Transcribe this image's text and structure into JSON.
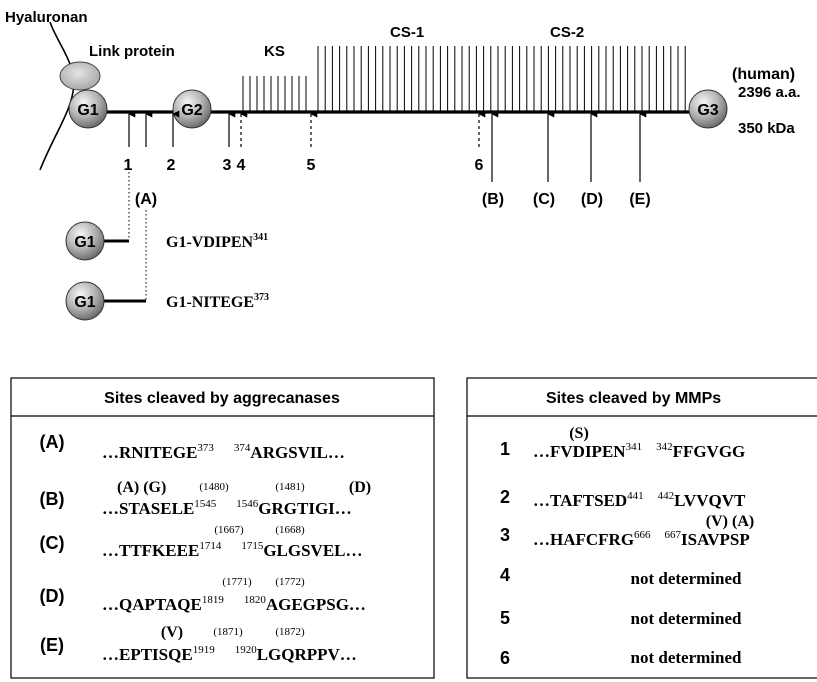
{
  "diagram": {
    "hyaluronan_label": "Hyaluronan",
    "link_protein_label": "Link protein",
    "ks_label": "KS",
    "cs1_label": "CS-1",
    "cs2_label": "CS-2",
    "species_label": "(human)",
    "length_label": "2396 a.a.",
    "mass_label": "350 kDa",
    "domains": {
      "g1": "G1",
      "g2": "G2",
      "g3": "G3"
    },
    "mmp_site_numbers": [
      "1",
      "2",
      "3",
      "4",
      "5",
      "6"
    ],
    "aggrecanase_site_letters": [
      "(A)",
      "(B)",
      "(C)",
      "(D)",
      "(E)"
    ],
    "fragments": [
      {
        "domain": "G1",
        "name": "G1-VDIPEN",
        "sup": "341"
      },
      {
        "domain": "G1",
        "name": "G1-NITEGE",
        "sup": "373"
      }
    ]
  },
  "aggrecanase_table": {
    "title": "Sites cleaved by  aggrecanases",
    "rows": [
      {
        "label": "(A)",
        "left": "…RNITEGE",
        "left_sup": "373",
        "right_sup": "374",
        "right": "ARGSVIL…"
      },
      {
        "label": "(B)",
        "variants": "(A) (G)",
        "pos_left": "(1480)",
        "pos_right": "(1481)",
        "variant_right": "(D)",
        "left": "…STASELE",
        "left_sup": "1545",
        "right_sup": "1546",
        "right": "GRGTIGI…"
      },
      {
        "label": "(C)",
        "pos_left": "(1667)",
        "pos_right": "(1668)",
        "left": "…TTFKEEE",
        "left_sup": "1714",
        "right_sup": "1715",
        "right": "GLGSVEL…"
      },
      {
        "label": "(D)",
        "pos_left": "(1771)",
        "pos_right": "(1772)",
        "left": "…QAPTAQE",
        "left_sup": "1819",
        "right_sup": "1820",
        "right": "AGEGPSG…"
      },
      {
        "label": "(E)",
        "variants": "(V)",
        "pos_left": "(1871)",
        "pos_right": "(1872)",
        "left": "…EPTISQE",
        "left_sup": "1919",
        "right_sup": "1920",
        "right": "LGQRPPV…"
      }
    ]
  },
  "mmp_table": {
    "title": "Sites cleaved by  MMPs",
    "rows": [
      {
        "label": "1",
        "variants": "(S)",
        "left": "…FVDIPEN",
        "left_sup": "341",
        "right_sup": "342",
        "right": "FFGVGG"
      },
      {
        "label": "2",
        "left": "…TAFTSED",
        "left_sup": "441",
        "right_sup": "442",
        "right": "LVVQVT"
      },
      {
        "label": "3",
        "variants": "(V) (A)",
        "left": "…HAFCFRG",
        "left_sup": "666",
        "right_sup": "667",
        "right": "ISAVPSP"
      },
      {
        "label": "4",
        "text": "not determined"
      },
      {
        "label": "5",
        "text": "not determined"
      },
      {
        "label": "6",
        "text": "not determined"
      }
    ]
  }
}
